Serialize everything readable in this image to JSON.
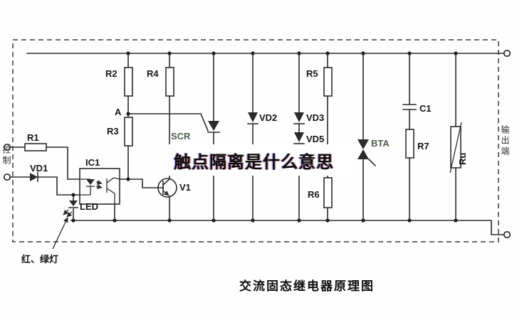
{
  "overlay": {
    "text": "触点隔离是什么意思"
  },
  "caption": "交流固态继电器原理图",
  "annotations": {
    "red_green_light": "红、绿灯"
  },
  "terminals": {
    "left_label": "控制",
    "right_label": "输出端"
  },
  "components": {
    "r1": "R1",
    "r2": "R2",
    "r3": "R3",
    "r4": "R4",
    "r5": "R5",
    "r6": "R6",
    "r7": "R7",
    "vd1": "VD1",
    "vd2": "VD2",
    "vd3": "VD3",
    "vd5": "VD5",
    "ic1": "IC1",
    "v1": "V1",
    "scr": "SCR",
    "bta": "BTA",
    "c1": "C1",
    "ru": "Ru",
    "led": "LED",
    "node_a": "A"
  },
  "colors": {
    "line": "#2b2b2b",
    "label": "#151515",
    "label_green": "#50604e",
    "overlay_background": "#ffffff",
    "page_background": "#ffffff"
  }
}
